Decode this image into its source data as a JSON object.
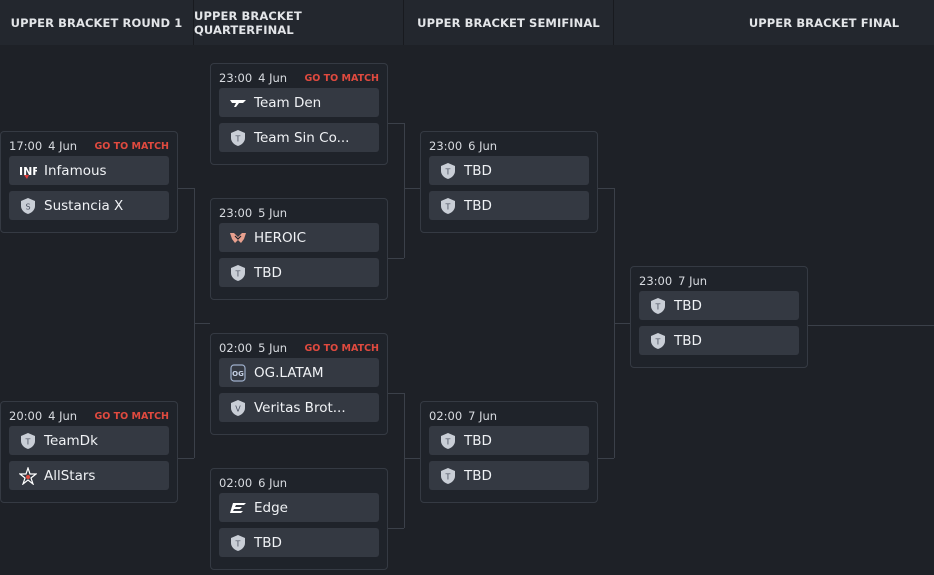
{
  "columns": [
    {
      "title": "UPPER BRACKET ROUND 1"
    },
    {
      "title": "UPPER BRACKET QUARTERFINAL"
    },
    {
      "title": "UPPER BRACKET SEMIFINAL"
    },
    {
      "title": "UPPER BRACKET FINAL"
    }
  ],
  "matches": {
    "r1m1": {
      "time": "17:00",
      "date": "4 Jun",
      "link": "GO TO MATCH",
      "team1": {
        "name": "Infamous",
        "logo": "infamous-logo"
      },
      "team2": {
        "name": "Sustancia X",
        "logo": "shield-s-logo",
        "letter": "S"
      }
    },
    "r1m2": {
      "time": "20:00",
      "date": "4 Jun",
      "link": "GO TO MATCH",
      "team1": {
        "name": "TeamDk",
        "logo": "shield-t-logo",
        "letter": "T"
      },
      "team2": {
        "name": "AllStars",
        "logo": "allstars-logo"
      }
    },
    "qf1": {
      "time": "23:00",
      "date": "4 Jun",
      "link": "GO TO MATCH",
      "team1": {
        "name": "Team Den",
        "logo": "team-den-logo"
      },
      "team2": {
        "name": "Team Sin Co...",
        "logo": "shield-t-logo",
        "letter": "T"
      }
    },
    "qf2": {
      "time": "23:00",
      "date": "5 Jun",
      "team1": {
        "name": "HEROIC",
        "logo": "heroic-logo"
      },
      "team2": {
        "name": "TBD",
        "logo": "shield-t-logo",
        "letter": "T"
      }
    },
    "qf3": {
      "time": "02:00",
      "date": "5 Jun",
      "link": "GO TO MATCH",
      "team1": {
        "name": "OG.LATAM",
        "logo": "og-logo"
      },
      "team2": {
        "name": "Veritas Brot...",
        "logo": "shield-v-logo",
        "letter": "V"
      }
    },
    "qf4": {
      "time": "02:00",
      "date": "6 Jun",
      "team1": {
        "name": "Edge",
        "logo": "edge-logo"
      },
      "team2": {
        "name": "TBD",
        "logo": "shield-t-logo",
        "letter": "T"
      }
    },
    "sf1": {
      "time": "23:00",
      "date": "6 Jun",
      "team1": {
        "name": "TBD",
        "logo": "shield-t-logo",
        "letter": "T"
      },
      "team2": {
        "name": "TBD",
        "logo": "shield-t-logo",
        "letter": "T"
      }
    },
    "sf2": {
      "time": "02:00",
      "date": "7 Jun",
      "team1": {
        "name": "TBD",
        "logo": "shield-t-logo",
        "letter": "T"
      },
      "team2": {
        "name": "TBD",
        "logo": "shield-t-logo",
        "letter": "T"
      }
    },
    "f1": {
      "time": "23:00",
      "date": "7 Jun",
      "team1": {
        "name": "TBD",
        "logo": "shield-t-logo",
        "letter": "T"
      },
      "team2": {
        "name": "TBD",
        "logo": "shield-t-logo",
        "letter": "T"
      }
    }
  },
  "colors": {
    "background": "#1e2127",
    "slot": "#343942",
    "link": "#e04a3f"
  }
}
